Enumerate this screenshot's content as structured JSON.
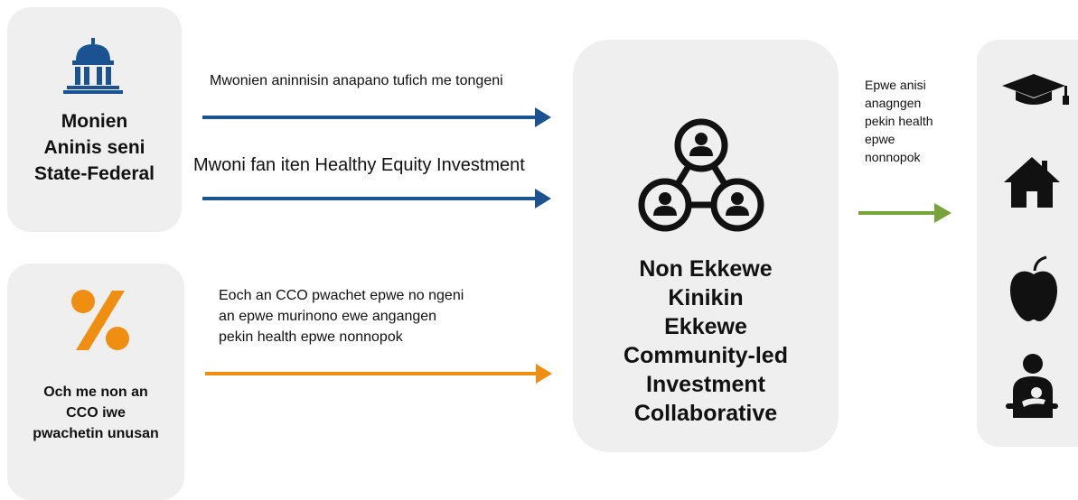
{
  "colors": {
    "blue": "#1b5291",
    "orange": "#ef8e10",
    "green": "#78a33b",
    "card": "#efefef",
    "text": "#111111"
  },
  "sources": {
    "federal": {
      "icon": "capitol-building-icon",
      "title": "Monien\nAninis seni\nState-Federal"
    },
    "cco": {
      "icon": "percent-icon",
      "title": "Och me non an\nCCO iwe\npwachetin unusan"
    }
  },
  "flows": {
    "flow1": {
      "label": "Mwonien aninnisin anapano tufich me tongeni"
    },
    "flow2": {
      "label": "Mwoni fan iten Healthy Equity Investment"
    },
    "flow3": {
      "label": "Eoch an CCO pwachet epwe no ngeni\nan epwe murinono ewe angangen\npekin health epwe nonnopok"
    },
    "flow4": {
      "label": "Epwe anisi\nanagngen\npekin health\nepwe\nnonnopok"
    }
  },
  "collaborative": {
    "icon": "network-people-icon",
    "title": "Non Ekkewe\nKinikin\nEkkewe\nCommunity-led\nInvestment\nCollaborative"
  },
  "outcomes": {
    "icons": [
      "graduation-cap-icon",
      "house-icon",
      "apple-icon",
      "parent-child-icon"
    ]
  }
}
